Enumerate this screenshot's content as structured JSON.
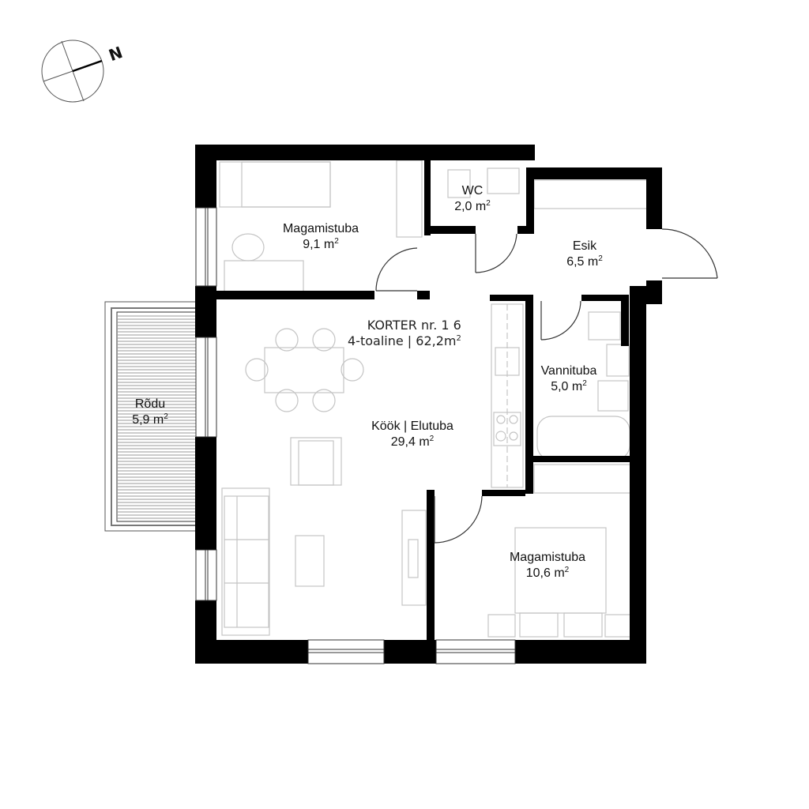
{
  "compass": {
    "label": "N"
  },
  "apartment": {
    "title": "KORTER nr. 1 6",
    "subtitle": "4-toaline | 62,2m",
    "subtitle_sup": "2"
  },
  "rooms": [
    {
      "name": "Magamistuba",
      "area": "9,1  m",
      "sup": "2"
    },
    {
      "name": "WC",
      "area": "2,0  m",
      "sup": "2"
    },
    {
      "name": "Esik",
      "area": "6,5  m",
      "sup": "2"
    },
    {
      "name": "Köök | Elutuba",
      "area": "29,4  m",
      "sup": "2"
    },
    {
      "name": "Vannituba",
      "area": "5,0  m",
      "sup": "2"
    },
    {
      "name": "Rõdu",
      "area": "5,9  m",
      "sup": "2"
    },
    {
      "name": "Magamistuba",
      "area": "10,6  m",
      "sup": "2"
    }
  ],
  "colors": {
    "wall": "#000000",
    "furniture": "#c8c8c8",
    "line": "#333333"
  }
}
